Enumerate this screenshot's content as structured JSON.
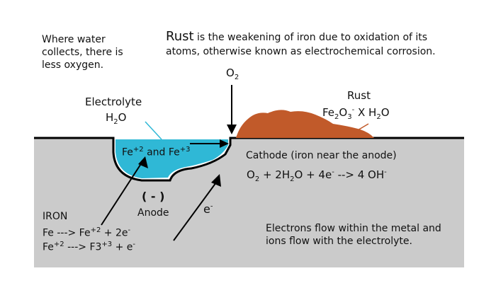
{
  "intro": {
    "note": "Where water collects, there is less oxygen.",
    "rust_word": "Rust",
    "rust_definition": "is the weakening of iron due to oxidation of its atoms, otherwise known as electrochemical corrosion."
  },
  "oxygen": {
    "base": "O",
    "sub": "2"
  },
  "electrolyte": {
    "label": "Electrolyte",
    "formula": {
      "a": "H",
      "sub": "2",
      "b": "O"
    }
  },
  "rust_label": {
    "title": "Rust",
    "formula": {
      "p1": "Fe",
      "s1": "2",
      "p2": "O",
      "s2": "3",
      "sup": "-",
      "p3": " X H",
      "s3": "2",
      "p4": "O"
    }
  },
  "ions": {
    "a": "Fe",
    "a_sup": "+2",
    "mid": " and Fe",
    "b_sup": "+3"
  },
  "cathode": {
    "label": "Cathode (iron near the anode)",
    "eq": {
      "p1": "O",
      "s1": "2",
      "p2": " + 2H",
      "s2": "2",
      "p3": "O + 4e",
      "sup1": "-",
      "p4": " --> 4 OH",
      "sup2": "-"
    }
  },
  "anode": {
    "sign": "( - )",
    "label": "Anode"
  },
  "electron": {
    "base": "e",
    "sup": "-"
  },
  "iron": {
    "label": "IRON",
    "eq1": {
      "p1": "Fe ---> Fe",
      "sup1": "+2",
      "p2": " + 2e",
      "sup2": "-"
    },
    "eq2": {
      "p1": "Fe",
      "sup1": "+2",
      "p2": " ---> F3",
      "sup2": "+3",
      "p3": " + e",
      "sup3": "-"
    }
  },
  "flow_note": "Electrons flow within the metal and ions flow with the electrolyte.",
  "colors": {
    "metal": "#cbcbcb",
    "water": "#2fb8d6",
    "rust": "#c15a2a",
    "line": "#000000"
  }
}
